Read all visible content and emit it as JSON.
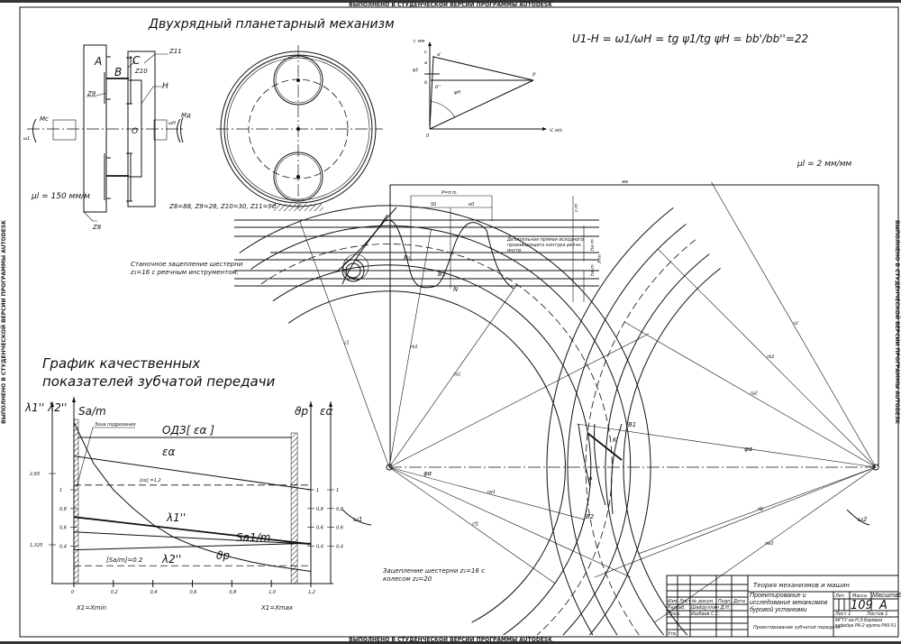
{
  "watermark": "ВЫПОЛНЕНО В СТУДЕНЧЕСКОЙ ВЕРСИИ ПРОГРАММЫ AUTODESK",
  "planetary": {
    "title": "Двухрядный планетарный механизм",
    "labels": {
      "A": "A",
      "B": "B",
      "C": "C",
      "Z8": "Z8",
      "Z9": "Z9",
      "Z10": "Z10",
      "Z11": "Z11",
      "H": "H",
      "O": "O",
      "Mc": "Mc",
      "Md": "Mд",
      "w1": "ω1",
      "wH": "ωH"
    },
    "scale": "μl = 150 мм/м",
    "teeth": "Z8=88, Z9=28, Z10=30, Z11=90."
  },
  "velocity_plan": {
    "y_axis": "r, мм",
    "x_axis": "V, м/с",
    "points": {
      "c": "c",
      "a": "a",
      "a1": "a'",
      "b": "b",
      "b2": "b''",
      "b1": "b'",
      "o": "0"
    },
    "psi1": "ψ1",
    "psiH": "ψH",
    "formula": "U1-H = ω1/ωH = tg ψ1/tg ψH = bb'/bb''=22"
  },
  "gearing": {
    "scale": "μl = 2 мм/мм",
    "aw": "aw",
    "pitch": "P=π m",
    "s0": "S0",
    "e0": "e0",
    "rack_note": "Станочное зацепление шестерни z₁=16 с реечным инструментом.",
    "pitch_line_note": "Делительная прямая исходного производящего контура реечн. инстр.",
    "ha_m": "ha·m",
    "x_m": "X·m",
    "c_m": "c·m",
    "mesh_note": "Зацепление шестерни z₁=16 с колесом z₂=20",
    "radii_1": [
      "r1",
      "rb1",
      "ra1",
      "rw1",
      "rf1"
    ],
    "radii_2": [
      "r2",
      "rb2",
      "ra2",
      "rw2",
      "rf2"
    ],
    "points": {
      "P": "P",
      "K": "K",
      "B1": "B1",
      "B2": "B2",
      "N": "N",
      "phi": "φα",
      "w1": "ω1",
      "w2": "ω2",
      "Pi": "P₀"
    }
  },
  "chart_data": {
    "type": "line",
    "title": "График качественных показателей зубчатой передачи",
    "xlabel_left": "X1=Xmin",
    "xlabel_right": "X1=Xmax",
    "y_axes": [
      "λ1'' λ2''",
      "Sa/m",
      "ϑp",
      "εα"
    ],
    "x_ticks": [
      "0",
      "0,2",
      "0,4",
      "0,6",
      "0,8",
      "1,0",
      "1,2"
    ],
    "x_tick_values": [
      0,
      0.2,
      0.4,
      0.6,
      0.8,
      1.0,
      1.2
    ],
    "y_ticks": [
      "0,4",
      "0,6",
      "0,8",
      "1"
    ],
    "y_tick_values": [
      0.4,
      0.6,
      0.8,
      1.0
    ],
    "lambda_ticks": [
      "2,65",
      "1,325"
    ],
    "xlim": [
      0,
      1.2
    ],
    "ylim": [
      0,
      1.9
    ],
    "undercut_zone": "Зона подрезания",
    "valid_range": "ОДЗ[ εα ]",
    "valid_range_x": [
      0,
      1.1
    ],
    "limits": [
      {
        "name": "[εα]=1,2",
        "label": "[εα] =1,2",
        "y": 1.05
      },
      {
        "name": "[Sa/m]=0.2",
        "label": "[Sa/m]=0.2",
        "y": 0.19
      }
    ],
    "series": [
      {
        "name": "εα",
        "label": "εα",
        "x": [
          0,
          1.2
        ],
        "y": [
          1.36,
          1.0
        ]
      },
      {
        "name": "λ1''",
        "label": "λ1''",
        "x": [
          0,
          1.2
        ],
        "y": [
          0.71,
          0.42
        ]
      },
      {
        "name": "Sa1/m",
        "label": "Sa1/m",
        "x": [
          0,
          1.2
        ],
        "y": [
          0.55,
          0.42
        ]
      },
      {
        "name": "λ2''",
        "label": "λ2''",
        "x": [
          0,
          1.2
        ],
        "y": [
          0.36,
          0.43
        ]
      },
      {
        "name": "ϑp",
        "label": "ϑp",
        "x": [
          0,
          0.1,
          0.2,
          0.3,
          0.4,
          0.5,
          0.6,
          0.7,
          0.8,
          0.9,
          1.0,
          1.1,
          1.2
        ],
        "y": [
          1.72,
          1.28,
          1.0,
          0.8,
          0.63,
          0.5,
          0.41,
          0.34,
          0.28,
          0.23,
          0.19,
          0.16,
          0.13
        ]
      }
    ]
  },
  "title_block": {
    "discipline": "Теория механизмов и машин",
    "project": "Проектирование и исследование механизмов буровой установки",
    "sheet_title": "Проектирование зубчатой передачи",
    "mass": "109",
    "scale": "А",
    "headers": [
      "Изм",
      "Лист",
      "№ докум.",
      "Подп.",
      "Дата"
    ],
    "lit": "Лит.",
    "mass_h": "Масса",
    "scale_h": "Масштаб",
    "sheet": "Лист 1",
    "sheets": "Листов 1",
    "rows": [
      "Разраб.",
      "Пров."
    ],
    "names": [
      "Шайдуллин Д.Н.",
      "Ишбаев С.С."
    ],
    "org": "МГТУ им.Н.Э.Баумана кафедра РК-2 группа РК6-51",
    "utv": "Утв."
  }
}
